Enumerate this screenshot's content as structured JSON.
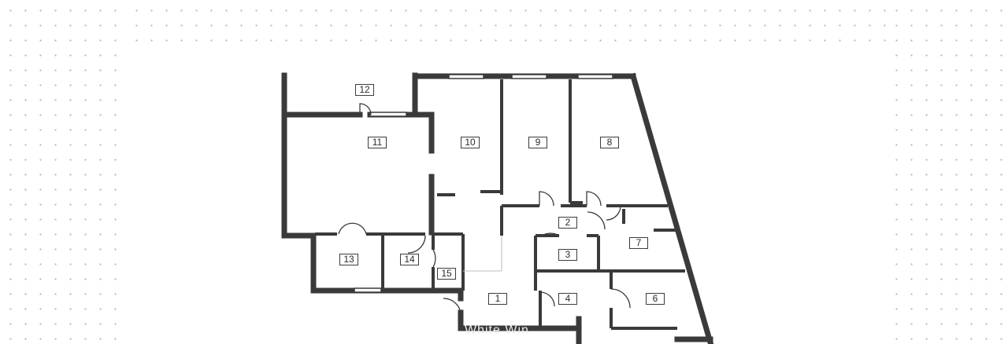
{
  "floor_plan": {
    "wall_color": "#3a3a3a",
    "background": "#ffffff",
    "rooms": [
      {
        "id": "1",
        "label": "1"
      },
      {
        "id": "2",
        "label": "2"
      },
      {
        "id": "3",
        "label": "3"
      },
      {
        "id": "4",
        "label": "4"
      },
      {
        "id": "6",
        "label": "6"
      },
      {
        "id": "7",
        "label": "7"
      },
      {
        "id": "8",
        "label": "8"
      },
      {
        "id": "9",
        "label": "9"
      },
      {
        "id": "10",
        "label": "10"
      },
      {
        "id": "11",
        "label": "11"
      },
      {
        "id": "12",
        "label": "12"
      },
      {
        "id": "13",
        "label": "13"
      },
      {
        "id": "14",
        "label": "14"
      },
      {
        "id": "15",
        "label": "15"
      }
    ],
    "watermark": "White Win"
  }
}
